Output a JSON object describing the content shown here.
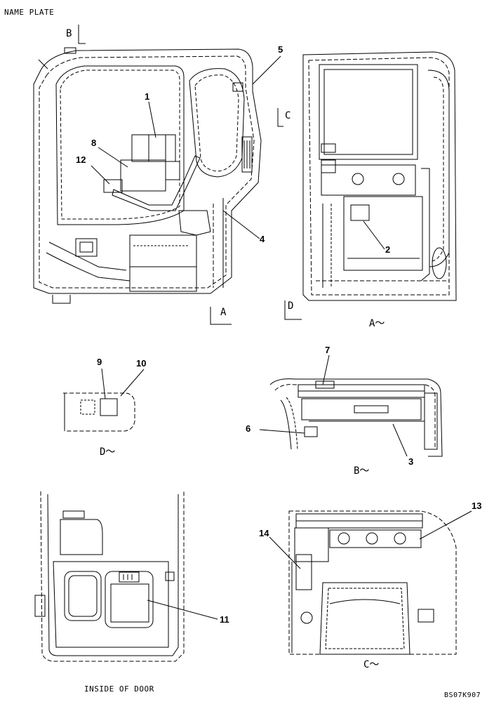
{
  "header": {
    "title": "NAME PLATE"
  },
  "footer": {
    "caption": "INSIDE OF DOOR",
    "drawing_code": "BS07K907"
  },
  "view_marks": {
    "b": "B",
    "c": "C",
    "a": "A",
    "d": "D"
  },
  "view_titles": {
    "a": "A～",
    "d": "D～",
    "b": "B～",
    "c": "C～"
  },
  "callouts": [
    "1",
    "2",
    "3",
    "4",
    "5",
    "6",
    "7",
    "8",
    "9",
    "10",
    "11",
    "12",
    "13",
    "14"
  ]
}
